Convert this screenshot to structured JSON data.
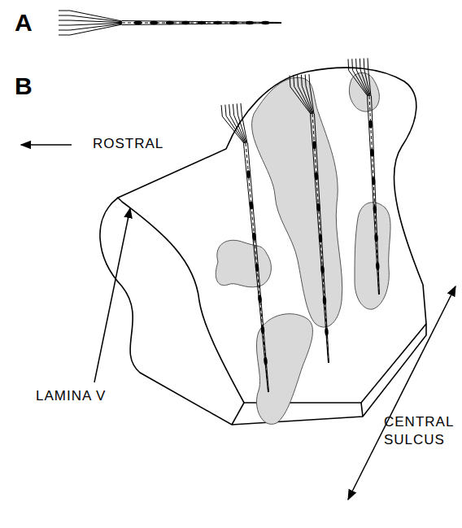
{
  "diagram": {
    "labels": [
      "A",
      "B",
      "ROSTRAL",
      "LAMINA V",
      "CENTRAL SULCUS"
    ]
  }
}
